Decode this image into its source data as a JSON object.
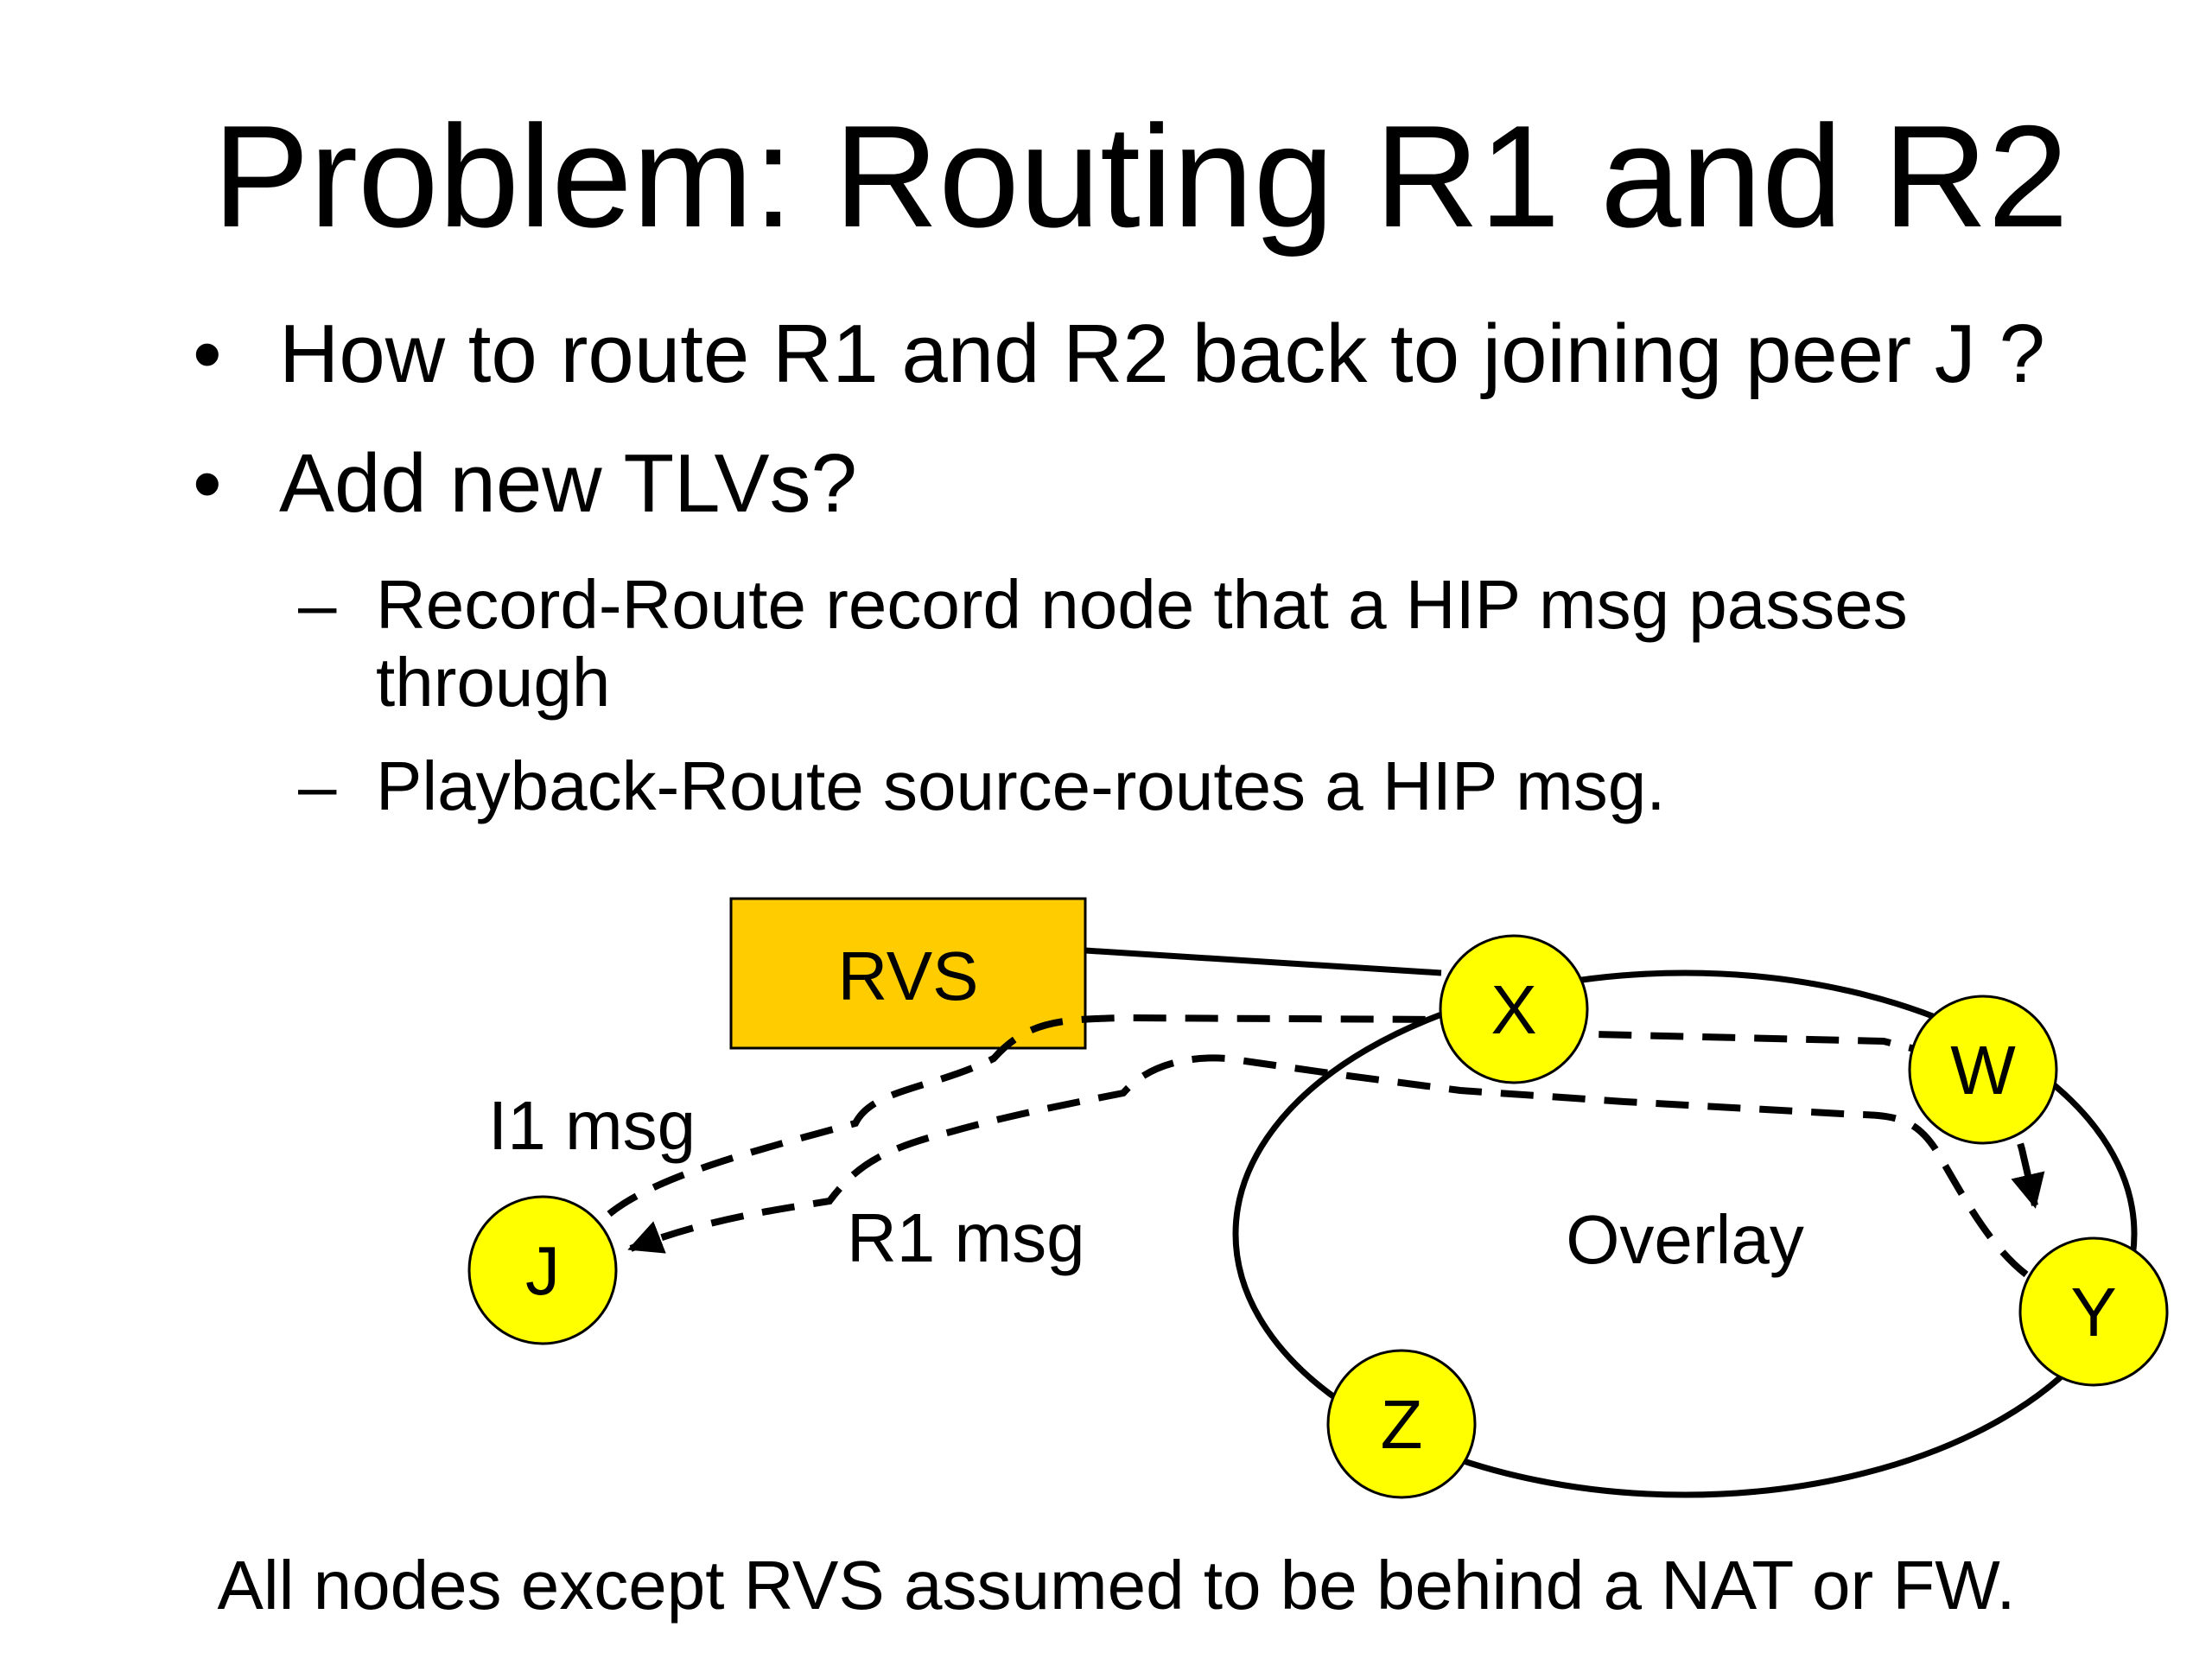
{
  "slide": {
    "title": "Problem: Routing R1 and R2",
    "bullets": [
      {
        "text": "How to route R1 and R2 back to joining peer J ?"
      },
      {
        "text": "Add new TLVs?"
      }
    ],
    "sub_bullets": [
      {
        "text": "Record-Route record node that a HIP msg passes through"
      },
      {
        "text": "Playback-Route source-routes a HIP msg."
      }
    ],
    "footnote": "All nodes except RVS assumed to be behind a NAT or FW."
  },
  "diagram": {
    "rvs_label": "RVS",
    "overlay_label": "Overlay",
    "i1_label": "I1 msg",
    "r1_label": "R1 msg",
    "nodes": {
      "x": "X",
      "w": "W",
      "y": "Y",
      "z": "Z",
      "j": "J"
    },
    "colors": {
      "rvs_fill": "#FFCC00",
      "node_fill": "#FFFF00",
      "stroke": "#000000"
    }
  }
}
